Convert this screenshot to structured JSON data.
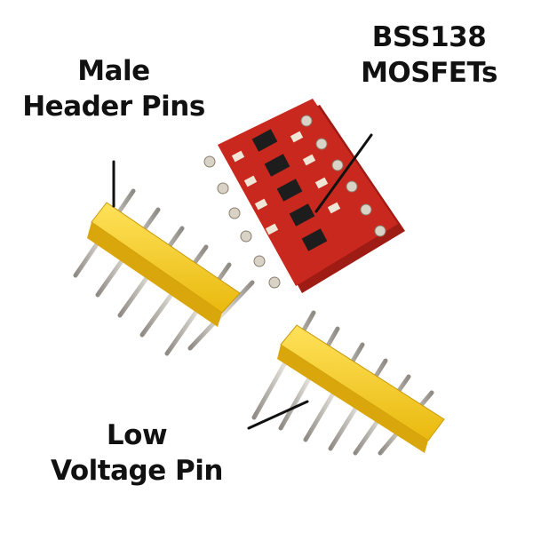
{
  "labels": {
    "male_header": [
      "Male",
      "Header Pins"
    ],
    "bss138": [
      "BSS138",
      "MOSFETs"
    ],
    "low_voltage": [
      "Low",
      "Voltage Pin"
    ]
  },
  "colors": {
    "pcb_red": "#c8281e",
    "header_yellow": "#f5cf2a",
    "pin_metal": "#b9b4ad",
    "mosfet_black": "#1d1d1d",
    "pointer_line": "#111111"
  }
}
